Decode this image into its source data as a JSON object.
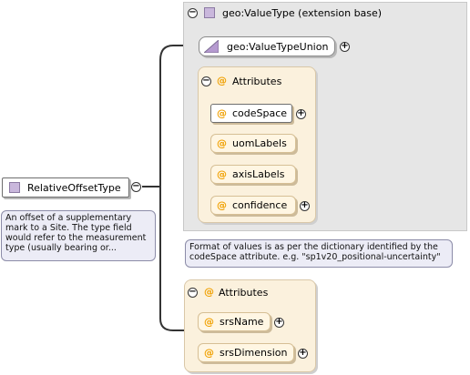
{
  "root": {
    "name": "RelativeOffsetType",
    "doc": "An offset of a supplementary mark to a Site. The type field would refer to the measurement type (usually bearing or..."
  },
  "extension": {
    "title": "geo:ValueType (extension base)",
    "union_label": "geo:ValueTypeUnion"
  },
  "ext_attributes": {
    "title": "Attributes",
    "items": [
      "codeSpace",
      "uomLabels",
      "axisLabels",
      "confidence"
    ],
    "codespace_doc": "Format of values is as per the dictionary identified by the codeSpace attribute. e.g. \"sp1v20_positional-uncertainty\""
  },
  "own_attributes": {
    "title": "Attributes",
    "items": [
      "srsName",
      "srsDimension"
    ]
  },
  "colors": {
    "type_swatch": "#c9b7dc",
    "attribute_group": "#fbf1dd",
    "doc_note": "#ececf6"
  },
  "icons": {
    "toggle": "collapse-toggle-icon",
    "attribute": "attribute-at-icon"
  }
}
